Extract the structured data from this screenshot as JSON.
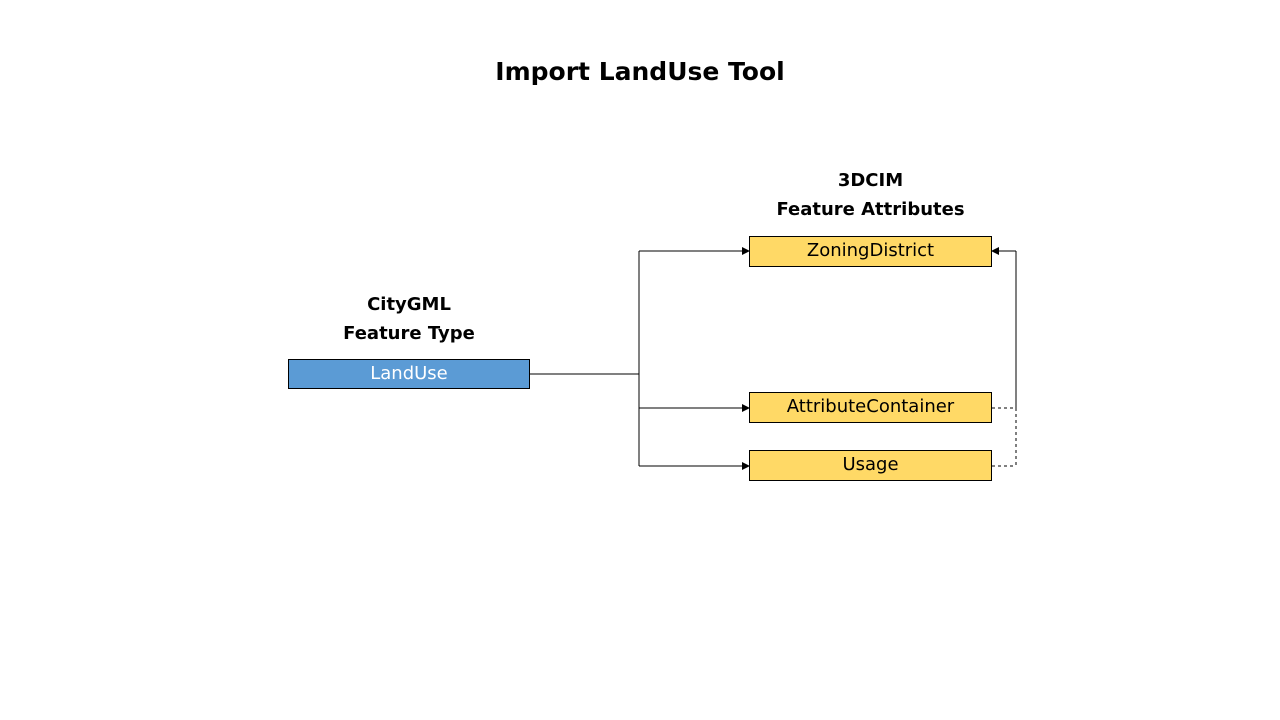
{
  "diagram": {
    "title": "Import LandUse Tool",
    "source_group": {
      "heading_line1": "CityGML",
      "heading_line2": "Feature Type",
      "box_label": "LandUse",
      "box_color": "#5b9bd5"
    },
    "target_group": {
      "heading_line1": "3DCIM",
      "heading_line2": "Feature Attributes",
      "box_color": "#ffd966",
      "boxes": [
        {
          "label": "ZoningDistrict"
        },
        {
          "label": "AttributeContainer"
        },
        {
          "label": "Usage"
        }
      ]
    },
    "connections": [
      {
        "from": "LandUse",
        "to": "ZoningDistrict",
        "style": "solid"
      },
      {
        "from": "LandUse",
        "to": "AttributeContainer",
        "style": "solid"
      },
      {
        "from": "LandUse",
        "to": "Usage",
        "style": "solid"
      },
      {
        "from": "AttributeContainer",
        "to": "ZoningDistrict",
        "style": "dashed"
      },
      {
        "from": "Usage",
        "to": "ZoningDistrict",
        "style": "dashed"
      }
    ]
  }
}
